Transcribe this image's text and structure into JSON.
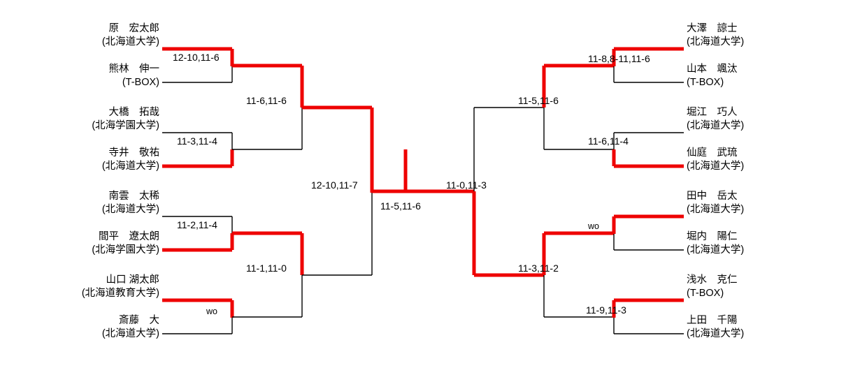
{
  "title": "Tournament Bracket",
  "colors": {
    "line": "#000000",
    "winner": "#ee0000",
    "text": "#000000",
    "background": "#ffffff"
  },
  "left": {
    "players": [
      {
        "name": "原　宏太郎",
        "affiliation": "(北海道大学)",
        "winner": true
      },
      {
        "name": "熊林　伸一",
        "affiliation": "(T-BOX)",
        "winner": false
      },
      {
        "name": "大橋　拓哉",
        "affiliation": "(北海学園大学)",
        "winner": false
      },
      {
        "name": "寺井　敬祐",
        "affiliation": "(北海道大学)",
        "winner": true
      },
      {
        "name": "南雲　太稀",
        "affiliation": "(北海道大学)",
        "winner": false
      },
      {
        "name": "間平　遼太朗",
        "affiliation": "(北海学園大学)",
        "winner": true
      },
      {
        "name": "山口 湖太郎",
        "affiliation": "(北海道教育大学)",
        "winner": true
      },
      {
        "name": "斎藤　大",
        "affiliation": "(北海道大学)",
        "winner": false
      }
    ],
    "round1": [
      {
        "score": "12-10,11-6"
      },
      {
        "score": "11-3,11-4"
      },
      {
        "score": "11-2,11-4"
      },
      {
        "score": "wo"
      }
    ],
    "round2": [
      {
        "score": "11-6,11-6"
      },
      {
        "score": "11-1,11-0"
      }
    ],
    "round3": [
      {
        "score": "12-10,11-7"
      }
    ]
  },
  "right": {
    "players": [
      {
        "name": "大澤　諒士",
        "affiliation": "(北海道大学)",
        "winner": true
      },
      {
        "name": "山本　颯汰",
        "affiliation": "(T-BOX)",
        "winner": false
      },
      {
        "name": "堀江　巧人",
        "affiliation": "(北海道大学)",
        "winner": false
      },
      {
        "name": "仙庭　武琉",
        "affiliation": "(北海道大学)",
        "winner": true
      },
      {
        "name": "田中　岳太",
        "affiliation": "(北海道大学)",
        "winner": true
      },
      {
        "name": "堀内　陽仁",
        "affiliation": "(北海道大学)",
        "winner": false
      },
      {
        "name": "浅水　克仁",
        "affiliation": "(T-BOX)",
        "winner": true
      },
      {
        "name": "上田　千陽",
        "affiliation": "(北海道大学)",
        "winner": false
      }
    ],
    "round1": [
      {
        "score": "11-8,8-11,11-6"
      },
      {
        "score": "11-6,11-4"
      },
      {
        "score": "wo"
      },
      {
        "score": "11-9,11-3"
      }
    ],
    "round2": [
      {
        "score": "11-5,11-6"
      },
      {
        "score": "11-3,11-2"
      }
    ],
    "round3": [
      {
        "score": "11-0,11-3"
      }
    ]
  },
  "final": {
    "score": "11-5,11-6"
  }
}
